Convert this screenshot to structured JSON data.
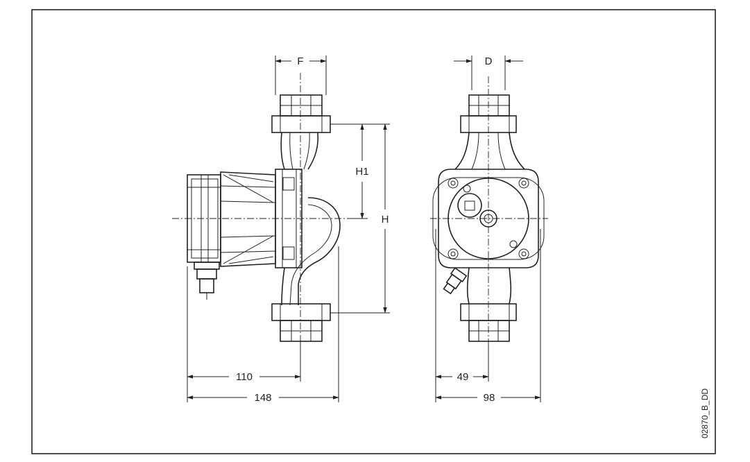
{
  "dimensions": {
    "F": "F",
    "D": "D",
    "H1": "H1",
    "H": "H",
    "d110": "110",
    "d148": "148",
    "d49": "49",
    "d98": "98"
  },
  "reference_code": "02870_B_DD"
}
